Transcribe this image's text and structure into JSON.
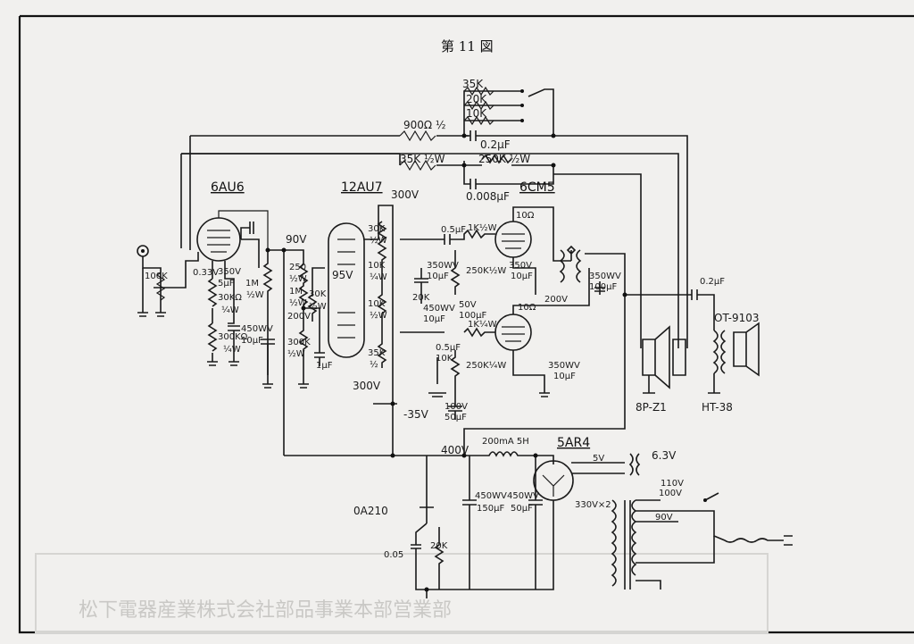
{
  "figure_title": "第 11 図",
  "tubes": {
    "t1": "6AU6",
    "t2": "12AU7",
    "t3": "6CM5",
    "t4": "5AR4",
    "t5": "0A210"
  },
  "labels": {
    "r35k_top": "35K",
    "r20k_top": "20K",
    "r10k_top": "10K",
    "r900": "900Ω ½",
    "c02_top": "0.2μF",
    "r35k_half": "35K ½W",
    "r250k_half": "250K ½W",
    "c0008": "0.008μF",
    "v300_top": "300V",
    "v90": "90V",
    "v033": "0.33V",
    "r350v": "350V",
    "c5uf": "5μF",
    "r1m_a": "1M",
    "r1m_a_w": "½W",
    "r30k_a": "30KΩ",
    "r30k_a_w": "¼W",
    "r300k_a": "300KΩ",
    "r300k_a_w": "¼W",
    "c450wv": "450WV",
    "c10uf_a": "10μF",
    "r250_a": "250",
    "r250_a_w": "½W",
    "r1m_b": "1M",
    "r1m_b_w": "½W",
    "v200_a": "200V",
    "r300k_b": "300K",
    "r300k_b_w": "½W",
    "c1uf": "1μF",
    "v95": "95V",
    "r30k_b": "30K",
    "r30k_b_w": "½W",
    "v300_bot": "300V",
    "r30k_c": "30K",
    "r30k_c_w": "½W",
    "r10k_a": "10K",
    "r10k_a_w": "¼W",
    "r10k_b": "10K",
    "r10k_b_w": "½W",
    "r35k_b": "35K",
    "r35k_b_w": "½",
    "c05uf_a": "0.5μF",
    "r1k_a": "1K½W",
    "c350wv_a": "350WV",
    "c10uf_b": "10μF",
    "r250k_a": "250K½W",
    "c350v": "350V",
    "c10uf_c": "10μF",
    "r10_a": "10Ω",
    "c450wv_b": "450WV",
    "c10uf_d": "10μF",
    "r20k_mid": "20K",
    "v50": "50V",
    "c100uf": "100μF",
    "c05uf_b": "0.5μF",
    "r1k_b": "1K¼W",
    "r10_b": "10Ω",
    "r10k_c": "10K",
    "r250k_b": "250K¼W",
    "c350wv_c": "350WV",
    "c10uf_e": "10μF",
    "v200_b": "200V",
    "c350wv_d": "350WV",
    "c100uf_b": "100μF",
    "c02_out": "0.2μF",
    "v_neg35": "-35V",
    "c100v": "100V",
    "c50uf": "50μF",
    "v400": "400V",
    "choke": "200mA 5H",
    "v5": "5V",
    "v63": "6.3V",
    "c450wv_e": "450WV",
    "c150uf": "150μF",
    "c450wv_f": "450WV",
    "c50uf_b": "50μF",
    "v330x2": "330V×2",
    "v110": "110V",
    "v100": "100V",
    "v90b": "90V",
    "c005": "0.05",
    "r20k_bot": "20K",
    "spk_model": "8P-Z1",
    "xfmr_model": "HT-38",
    "out_xfmr": "OT-9103"
  },
  "ghost_text": "松下電器産業株式会社部品事業本部営業部",
  "colors": {
    "paper": "#f1f0ee",
    "ink": "#1a1a1a",
    "bleed": "#c9c8c5"
  }
}
